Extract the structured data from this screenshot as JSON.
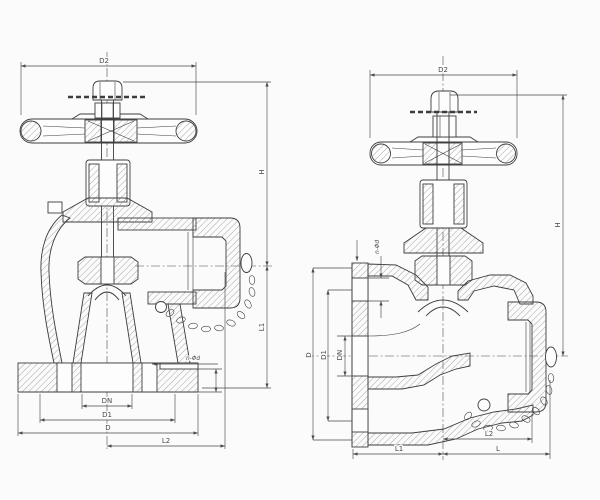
{
  "labels": {
    "left": {
      "d2": "D2",
      "h": "H",
      "l1": "L1",
      "dn": "DN",
      "d1": "D1",
      "d": "D",
      "l2": "L2",
      "bolt": "n-Φd"
    },
    "right": {
      "d2": "D2",
      "h": "H",
      "d": "D",
      "d1": "D1",
      "dn": "DN",
      "l2": "L2",
      "l1": "L1",
      "l": "L",
      "bolt": "n-Φd"
    }
  },
  "colors": {
    "line": "#3d3d3d",
    "dim": "#4a4a4a",
    "hatch": "#909090",
    "background": "#fbfbfb"
  }
}
